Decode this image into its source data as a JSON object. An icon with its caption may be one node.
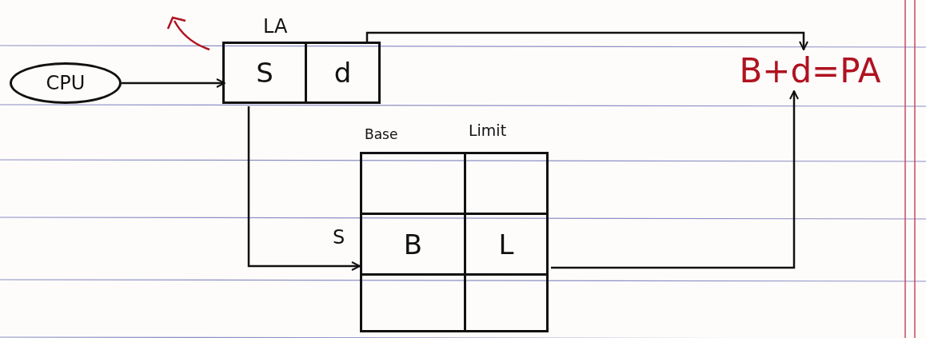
{
  "diagram": {
    "nodes": [
      {
        "text": [
          "CPU"
        ]
      },
      {
        "text": [
          "LA"
        ]
      },
      {
        "text": [
          "S"
        ],
        "in": 1
      },
      {
        "text": [
          "d"
        ],
        "in": 1
      },
      {
        "text": [
          "Base",
          "Limit"
        ]
      },
      {
        "text": [],
        "shape": "box",
        "in": 4
      },
      {
        "text": [],
        "shape": "box",
        "in": 4
      },
      {
        "text": [
          "B"
        ],
        "in": 4
      },
      {
        "text": [
          "L"
        ],
        "in": 4
      },
      {
        "text": [],
        "shape": "box",
        "in": 4
      },
      {
        "text": [],
        "shape": "box",
        "in": 4
      },
      {
        "text": [
          "B+d=PA"
        ]
      }
    ],
    "edges": [
      {
        "from": 0,
        "to": 2,
        "arrow": "to"
      },
      {
        "from": 3,
        "to": 11,
        "arrow": "to"
      },
      {
        "from": 2,
        "to": 7,
        "arrow": "to",
        "label": "S"
      },
      {
        "from": 8,
        "to": 11,
        "arrow": "to"
      }
    ]
  }
}
